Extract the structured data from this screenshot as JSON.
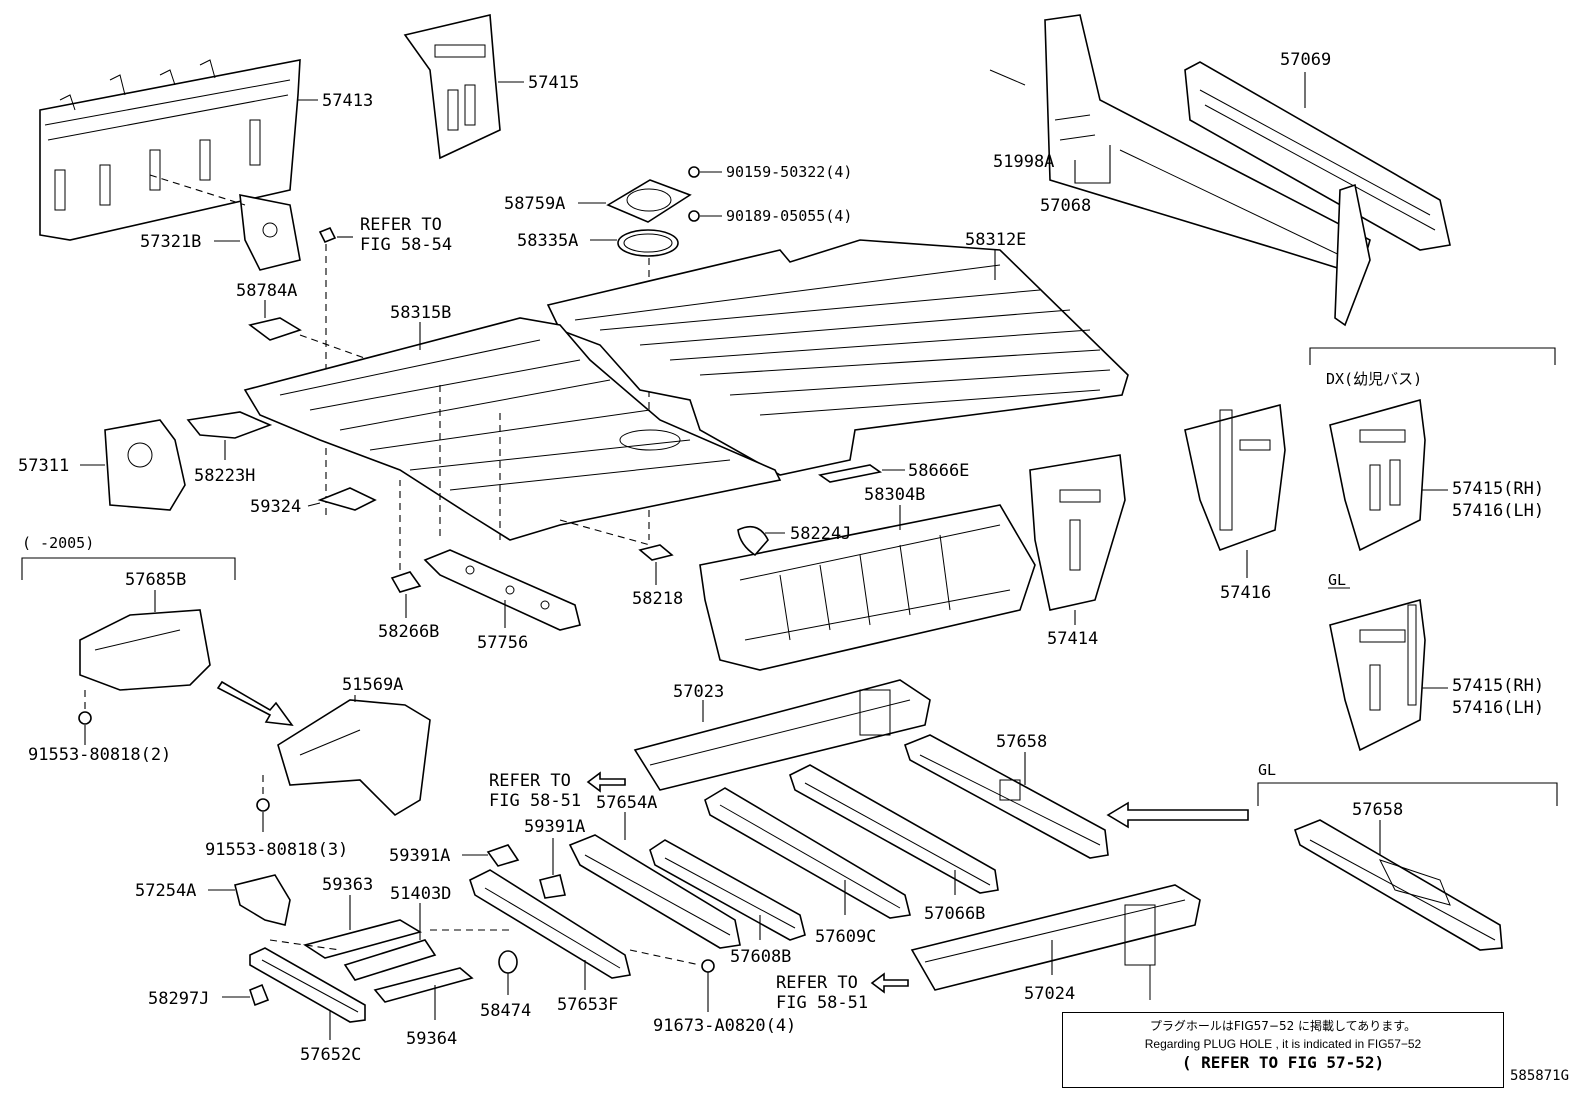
{
  "diagram_id": "585871G",
  "labels": {
    "p57413": "57413",
    "p57415_top": "57415",
    "p90159": "90159-50322(4)",
    "p58759a": "58759A",
    "p90189": "90189-05055(4)",
    "p58335a": "58335A",
    "p51998a": "51998A",
    "p57068": "57068",
    "p57069": "57069",
    "p57321b": "57321B",
    "refer_5854_a": "REFER TO",
    "refer_5854_b": "FIG 58-54",
    "p58312e": "58312E",
    "p58784a": "58784A",
    "p58315b": "58315B",
    "p57311": "57311",
    "p58223h": "58223H",
    "p59324": "59324",
    "p58666e": "58666E",
    "p58304b": "58304B",
    "p58224j": "58224J",
    "p58218": "58218",
    "p58266b": "58266B",
    "p57756": "57756",
    "p57414": "57414",
    "p57416_mid": "57416",
    "dx_header": "DX(幼児バス)",
    "p57415rh_1": "57415(RH)",
    "p57416lh_1": "57416(LH)",
    "gl_header_1": "GL",
    "p57415rh_2": "57415(RH)",
    "p57416lh_2": "57416(LH)",
    "range_2005": "(      -2005)",
    "p57685b": "57685B",
    "p91553_2": "91553-80818(2)",
    "p51569a": "51569A",
    "p91553_3": "91553-80818(3)",
    "p57023": "57023",
    "refer_5851_a1": "REFER TO",
    "refer_5851_a2": "FIG 58-51",
    "p57654a": "57654A",
    "p59391a_1": "59391A",
    "p59391a_2": "59391A",
    "p57658_1": "57658",
    "gl_header_2": "GL",
    "p57658_2": "57658",
    "p57254a": "57254A",
    "p59363": "59363",
    "p51403d": "51403D",
    "p57608b": "57608B",
    "p57609c": "57609C",
    "p57066b": "57066B",
    "p58297j": "58297J",
    "p58474": "58474",
    "p57653f": "57653F",
    "p59364": "59364",
    "p57652c": "57652C",
    "p91673": "91673-A0820(4)",
    "refer_5851_b1": "REFER TO",
    "refer_5851_b2": "FIG 58-51",
    "p57024": "57024"
  },
  "note": {
    "line1": "プラグホールはFIG57−52 に掲載してあります。",
    "line2": "Regarding  PLUG HOLE , it is indicated  in  FIG57−52",
    "line3": "( REFER TO FIG 57-52)"
  }
}
